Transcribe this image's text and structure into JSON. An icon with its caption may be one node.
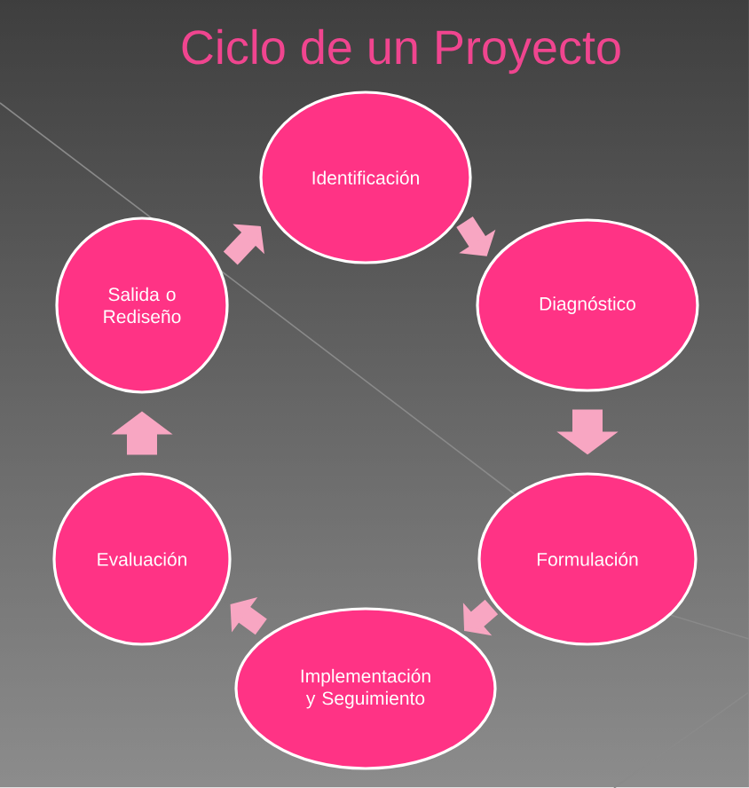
{
  "diagram": {
    "title": "Ciclo de un Proyecto",
    "nodes": [
      {
        "text": [
          "Identificación"
        ]
      },
      {
        "text": [
          "Diagnóstico"
        ]
      },
      {
        "text": [
          "Formulación"
        ]
      },
      {
        "text": [
          "Implementación y Seguimiento"
        ]
      },
      {
        "text": [
          "Evaluación"
        ]
      },
      {
        "text": [
          "Salida o Rediseño"
        ]
      }
    ],
    "edges": [
      {
        "from": 0,
        "to": 1,
        "arrow": "to"
      },
      {
        "from": 1,
        "to": 2,
        "arrow": "to"
      },
      {
        "from": 2,
        "to": 3,
        "arrow": "to"
      },
      {
        "from": 3,
        "to": 4,
        "arrow": "to"
      },
      {
        "from": 4,
        "to": 5,
        "arrow": "to"
      },
      {
        "from": 5,
        "to": 0,
        "arrow": "to"
      }
    ]
  }
}
